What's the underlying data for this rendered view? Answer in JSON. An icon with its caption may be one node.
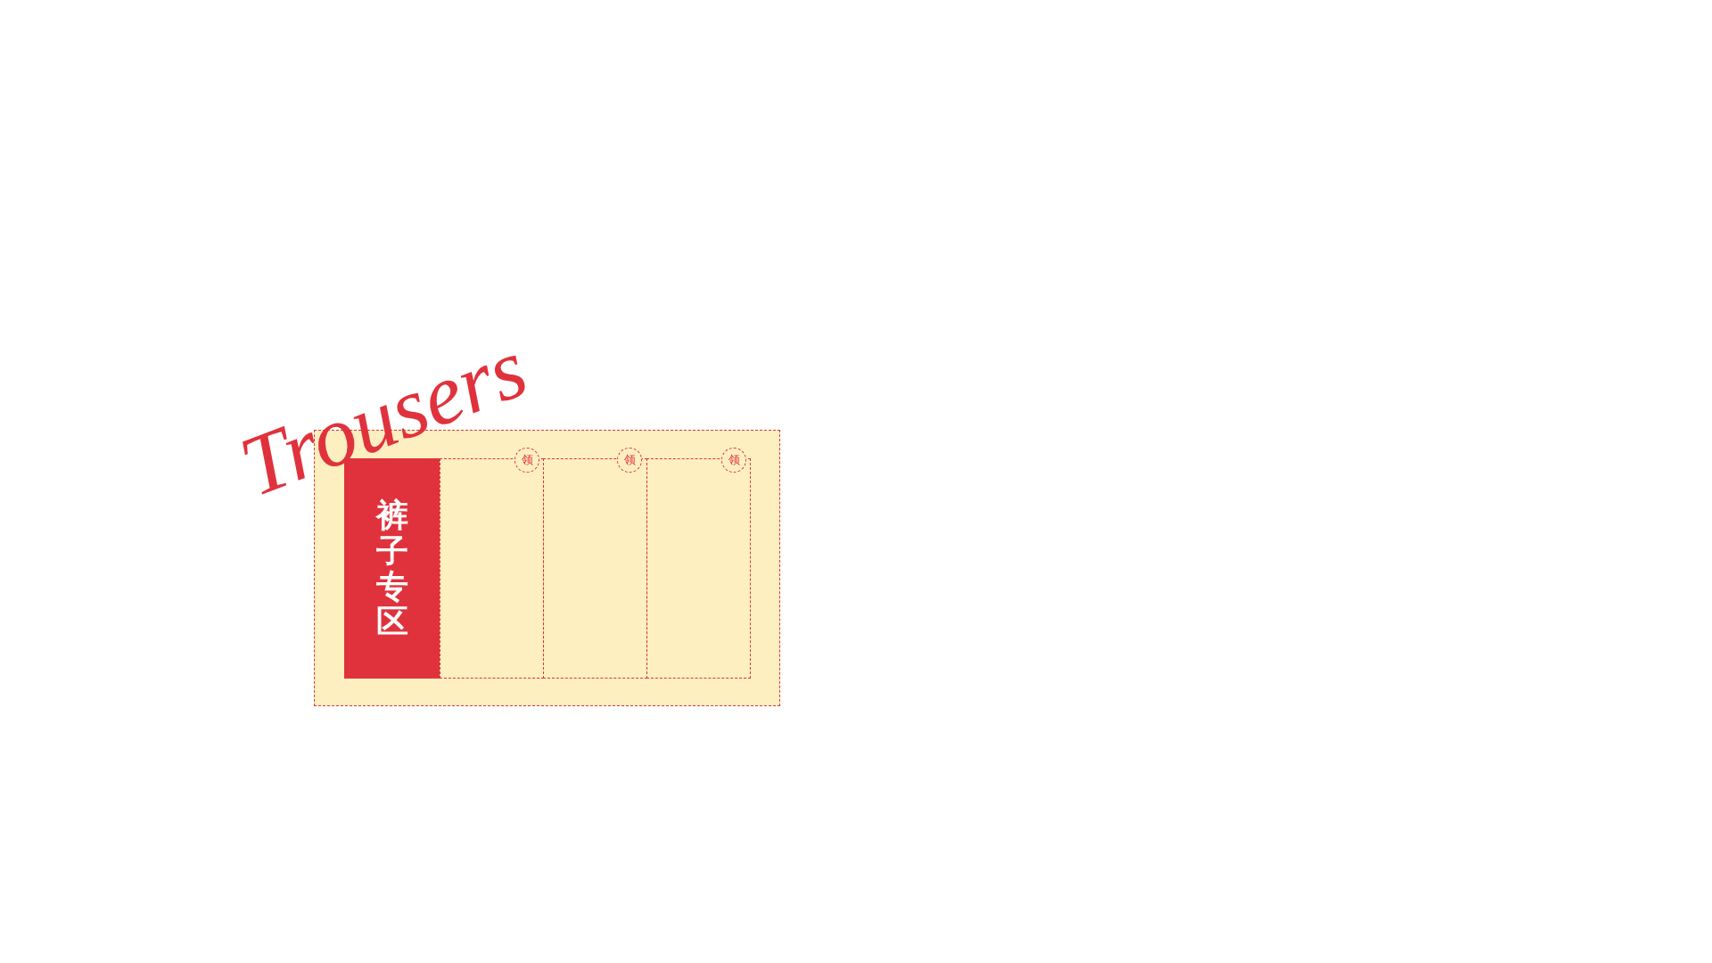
{
  "diagram": {
    "title": "Trousers",
    "nodes": [
      {
        "text": [],
        "shape": "box"
      },
      {
        "text": [
          "裤子专区"
        ],
        "in": 0
      },
      {
        "text": [],
        "shape": "box",
        "in": 0
      },
      {
        "text": [],
        "shape": "box",
        "in": 0
      },
      {
        "text": [],
        "shape": "box",
        "in": 0
      },
      {
        "text": [
          "领"
        ],
        "in": 0
      },
      {
        "text": [
          "领"
        ],
        "in": 0
      },
      {
        "text": [
          "领"
        ],
        "in": 0
      }
    ]
  }
}
